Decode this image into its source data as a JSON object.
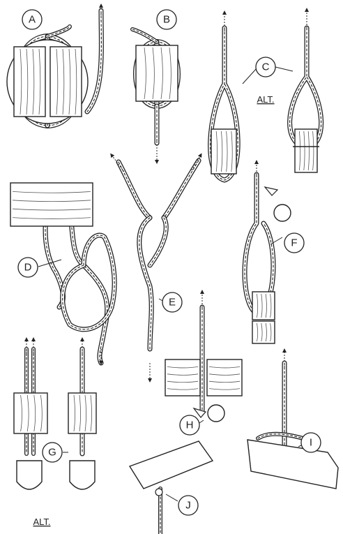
{
  "labels": {
    "A": "A",
    "B": "B",
    "C": "C",
    "D": "D",
    "E": "E",
    "F": "F",
    "G": "G",
    "H": "H",
    "I": "I",
    "J": "J"
  },
  "notes": {
    "alt_c": "ALT.",
    "alt_g": "ALT."
  }
}
